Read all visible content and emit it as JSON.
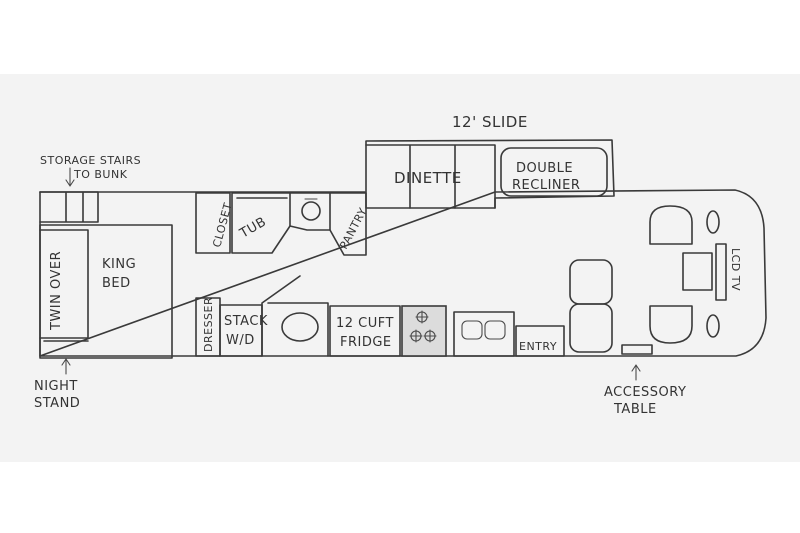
{
  "labels": {
    "slide": "12' SLIDE",
    "storage_line1": "STORAGE STAIRS",
    "storage_line2": "TO BUNK",
    "dinette": "DINETTE",
    "recliner_line1": "DOUBLE",
    "recliner_line2": "RECLINER",
    "closet": "CLOSET",
    "tub": "TUB",
    "pantry": "PANTRY",
    "twin_over": "TWIN OVER",
    "king_line1": "KING",
    "king_line2": "BED",
    "dresser": "DRESSER",
    "stack_line1": "STACK",
    "stack_line2": "W/D",
    "fridge_line1": "12 CUFT",
    "fridge_line2": "FRIDGE",
    "entry": "ENTRY",
    "lcd_tv": "LCD TV",
    "night_line1": "NIGHT",
    "night_line2": "STAND",
    "table_line1": "ACCESSORY",
    "table_line2": "TABLE"
  }
}
